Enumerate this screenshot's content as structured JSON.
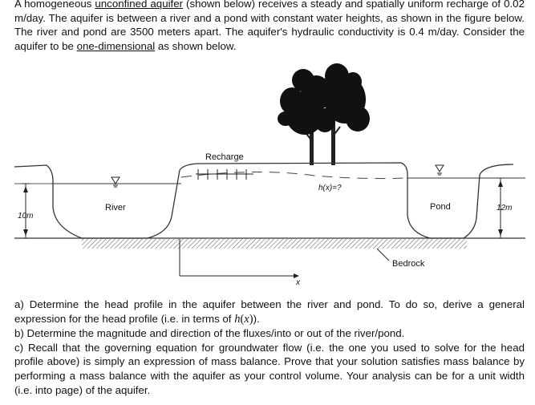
{
  "intro": {
    "p1": "A homogeneous ",
    "u1": "unconfined aquifer",
    "p2": " (shown below) receives a steady and spatially uniform recharge of 0.02 m/day. The aquifer is between a river and a pond with constant water heights, as shown in the figure below. The river and pond are 3500 meters apart. The aquifer's hydraulic conductivity is 0.4 m/day. Consider the aquifer to be ",
    "u2": "one-dimensional",
    "p3": " as shown below."
  },
  "figure": {
    "recharge": "Recharge",
    "head": "h(x)=?",
    "river": "River",
    "pond": "Pond",
    "left_height": "10m",
    "right_height": "12m",
    "bedrock": "Bedrock",
    "x_axis": "x"
  },
  "questions": {
    "a_pre": "a) Determine the head profile in the aquifer between the river and pond. To do so, derive a general expression for the head profile (i.e. in terms of ",
    "a_math": "h",
    "a_paren_open": "(",
    "a_var": "x",
    "a_paren_close": ")",
    "a_post": ").",
    "b": "b) Determine the magnitude and direction of the fluxes/into or out of the river/pond.",
    "c": "c) Recall that the governing equation for groundwater flow (i.e. the one you used to solve for the head profile above) is simply an expression of mass balance. Prove that your solution satisfies mass balance by performing a mass balance with the aquifer as your control volume. Your analysis can be for a unit width (i.e. into page) of the aquifer."
  }
}
